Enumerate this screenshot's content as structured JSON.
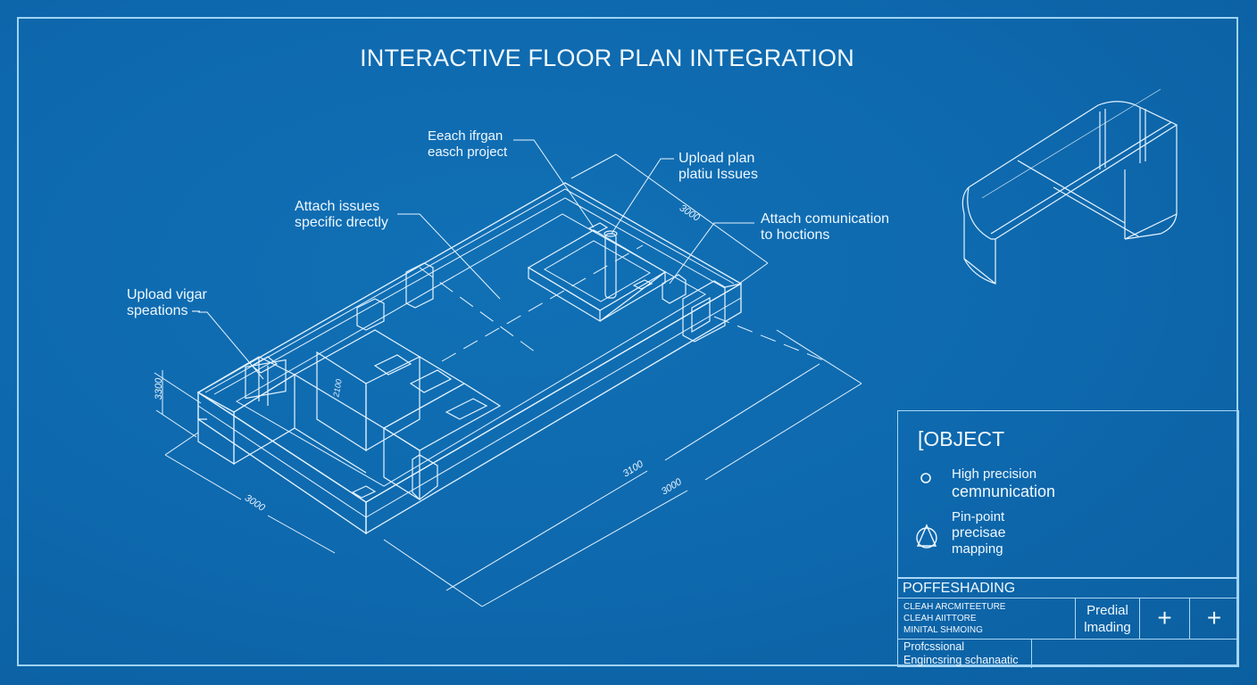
{
  "title": "INTERACTIVE FLOOR PLAN INTEGRATION",
  "callouts": [
    {
      "id": "each-plan",
      "text": "Eeach ifrgan\neasch project"
    },
    {
      "id": "upload-plan",
      "text": "Upload plan\nplatiu Issues"
    },
    {
      "id": "attach-issues",
      "text": "Attach issues\nspecific drectly"
    },
    {
      "id": "attach-communication",
      "text": "Attach comunication\nto hoctions"
    },
    {
      "id": "upload-vigar",
      "text": "Upload vigar\nspeations –"
    }
  ],
  "dimensions": {
    "top_right": "3000",
    "left_height": "3300",
    "bottom_left": "3000",
    "bottom_inner": "3100",
    "bottom_outer": "3000",
    "interior": "2100"
  },
  "legend": {
    "title": "[OBJECT",
    "items": [
      {
        "icon": "circle-icon",
        "line1": "High precision",
        "line2": "cemnunication"
      },
      {
        "icon": "pin-triangle-icon",
        "line1": "Pin-point",
        "line2": "precisae",
        "line3": "mapping"
      }
    ]
  },
  "title_block": {
    "header": "POFFESHADING",
    "notes": "CLEAH ARCMITEETURE\nCLEAH AIITTORE\nMINITAL SHMOING",
    "mid_label": "Predial\nlmading",
    "plus_1": "+",
    "plus_2": "+",
    "footer": "Profcssional\nEngincsring schanaatic"
  },
  "colors": {
    "background": "#0e68ad",
    "line": "#e6f4ff",
    "frame": "#9fd4f5"
  }
}
